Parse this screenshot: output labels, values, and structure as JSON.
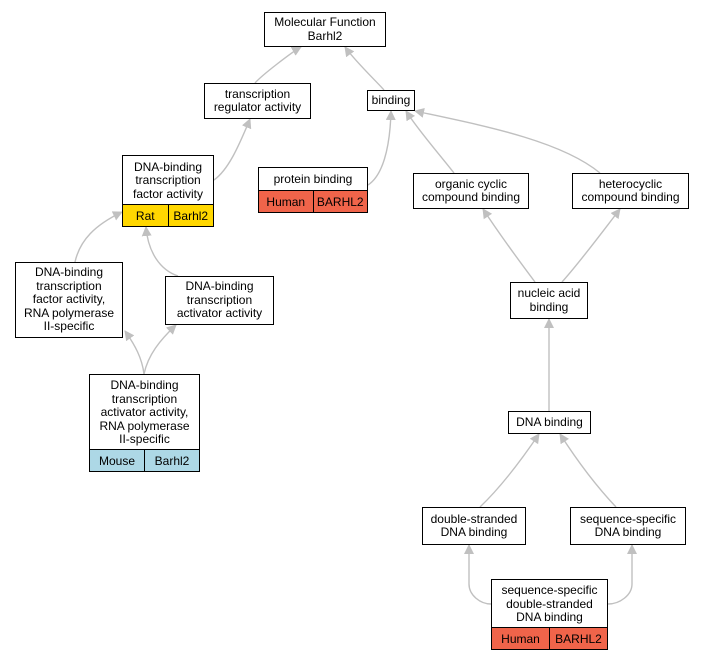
{
  "colors": {
    "edge": "#c0c0c0",
    "rat": "#ffd700",
    "human": "#f0644a",
    "mouse": "#add8e6"
  },
  "nodes": {
    "mf_root": {
      "label": "Molecular Function\nBarhl2"
    },
    "transcription_regulator": {
      "label": "transcription\nregulator activity"
    },
    "binding": {
      "label": "binding"
    },
    "dna_binding_tf": {
      "label": "DNA-binding\ntranscription\nfactor activity",
      "species": "Rat",
      "gene": "Barhl2"
    },
    "protein_binding": {
      "label": "protein binding",
      "species": "Human",
      "gene": "BARHL2"
    },
    "organic_cyclic": {
      "label": "organic cyclic\ncompound binding"
    },
    "heterocyclic": {
      "label": "heterocyclic\ncompound binding"
    },
    "tf_pol2": {
      "label": "DNA-binding\ntranscription\nfactor activity,\nRNA polymerase\nII-specific"
    },
    "tf_activator": {
      "label": "DNA-binding\ntranscription\nactivator activity"
    },
    "nucleic_acid": {
      "label": "nucleic acid\nbinding"
    },
    "activator_pol2": {
      "label": "DNA-binding\ntranscription\nactivator activity,\nRNA polymerase\nII-specific",
      "species": "Mouse",
      "gene": "Barhl2"
    },
    "dna_binding": {
      "label": "DNA binding"
    },
    "ds_dna": {
      "label": "double-stranded\nDNA binding"
    },
    "seq_specific": {
      "label": "sequence-specific\nDNA binding"
    },
    "seq_ds_dna": {
      "label": "sequence-specific\ndouble-stranded\nDNA binding",
      "species": "Human",
      "gene": "BARHL2"
    }
  }
}
